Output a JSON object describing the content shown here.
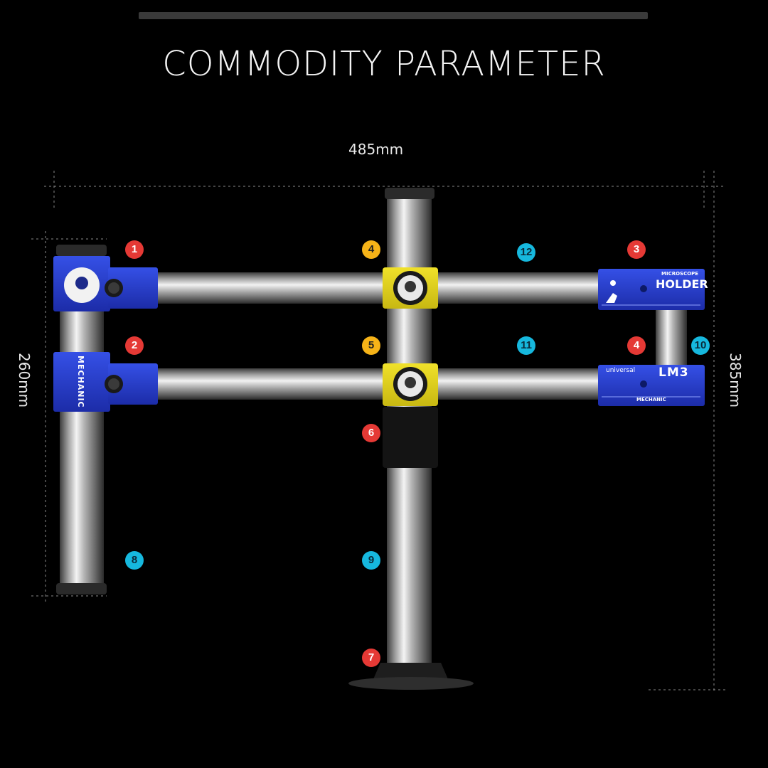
{
  "header": {
    "title": "COMMODITY PARAMETER"
  },
  "dimensions": {
    "width": "485mm",
    "arm_height": "260mm",
    "total_height": "385mm"
  },
  "callouts": [
    {
      "id": "1",
      "color": "red"
    },
    {
      "id": "2",
      "color": "red"
    },
    {
      "id": "3",
      "color": "red"
    },
    {
      "id": "4",
      "color": "red"
    },
    {
      "id": "4",
      "color": "yellow"
    },
    {
      "id": "5",
      "color": "yellow"
    },
    {
      "id": "6",
      "color": "red"
    },
    {
      "id": "7",
      "color": "red"
    },
    {
      "id": "8",
      "color": "cyan"
    },
    {
      "id": "9",
      "color": "cyan"
    },
    {
      "id": "10",
      "color": "cyan"
    },
    {
      "id": "11",
      "color": "cyan"
    },
    {
      "id": "12",
      "color": "cyan"
    }
  ],
  "block_labels": {
    "left_lower": "MECHANIC",
    "right_upper_small": "MICROSCOPE",
    "right_upper_big": "HOLDER",
    "right_lower_small": "universal",
    "right_lower_big": "LM3",
    "right_lower_brand": "MECHANIC"
  },
  "colors": {
    "clamp_blue": "#2338c9",
    "clamp_yellow": "#e3d21a",
    "background": "#000000"
  }
}
